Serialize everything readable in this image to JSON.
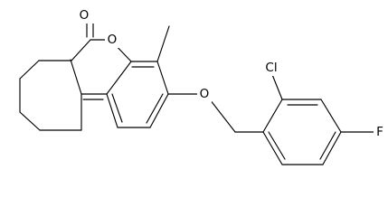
{
  "atoms": [
    {
      "id": "O-carbonyl",
      "symbol": "O"
    },
    {
      "id": "O-ring",
      "symbol": "O"
    },
    {
      "id": "O-ether",
      "symbol": "O"
    },
    {
      "id": "Cl",
      "symbol": "Cl"
    },
    {
      "id": "F",
      "symbol": "F"
    }
  ],
  "colors": {
    "bond": "#000000",
    "label": "#000000",
    "background": "#ffffff"
  }
}
